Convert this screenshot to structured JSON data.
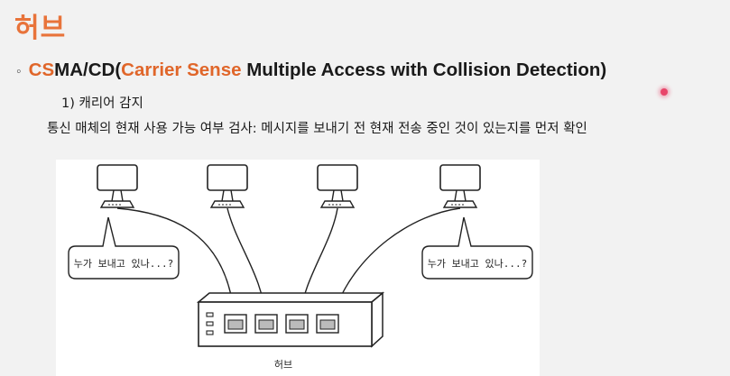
{
  "slide": {
    "title": "허브",
    "bullet": {
      "marker": "◦",
      "acronym_highlight": "CS",
      "acronym_rest": "MA/CD(",
      "expansion_highlight": "Carrier Sense",
      "expansion_rest": " Multiple Access with Collision Detection)"
    },
    "point_label": "1) 캐리어 감지",
    "point_description": "통신 매체의 현재 사용 가능 여부 검사: 메시지를 보내기 전 현재 전송 중인 것이 있는지를 먼저 확인"
  },
  "figure": {
    "left_bubble": "누가 보내고 있나...?",
    "right_bubble": "누가 보내고 있나...?",
    "hub_label": "허브",
    "computer_count": 4,
    "hub_port_count": 4
  },
  "colors": {
    "title": "#e8733a",
    "highlight": "#e0662a",
    "laser_pointer": "#e8456a"
  }
}
